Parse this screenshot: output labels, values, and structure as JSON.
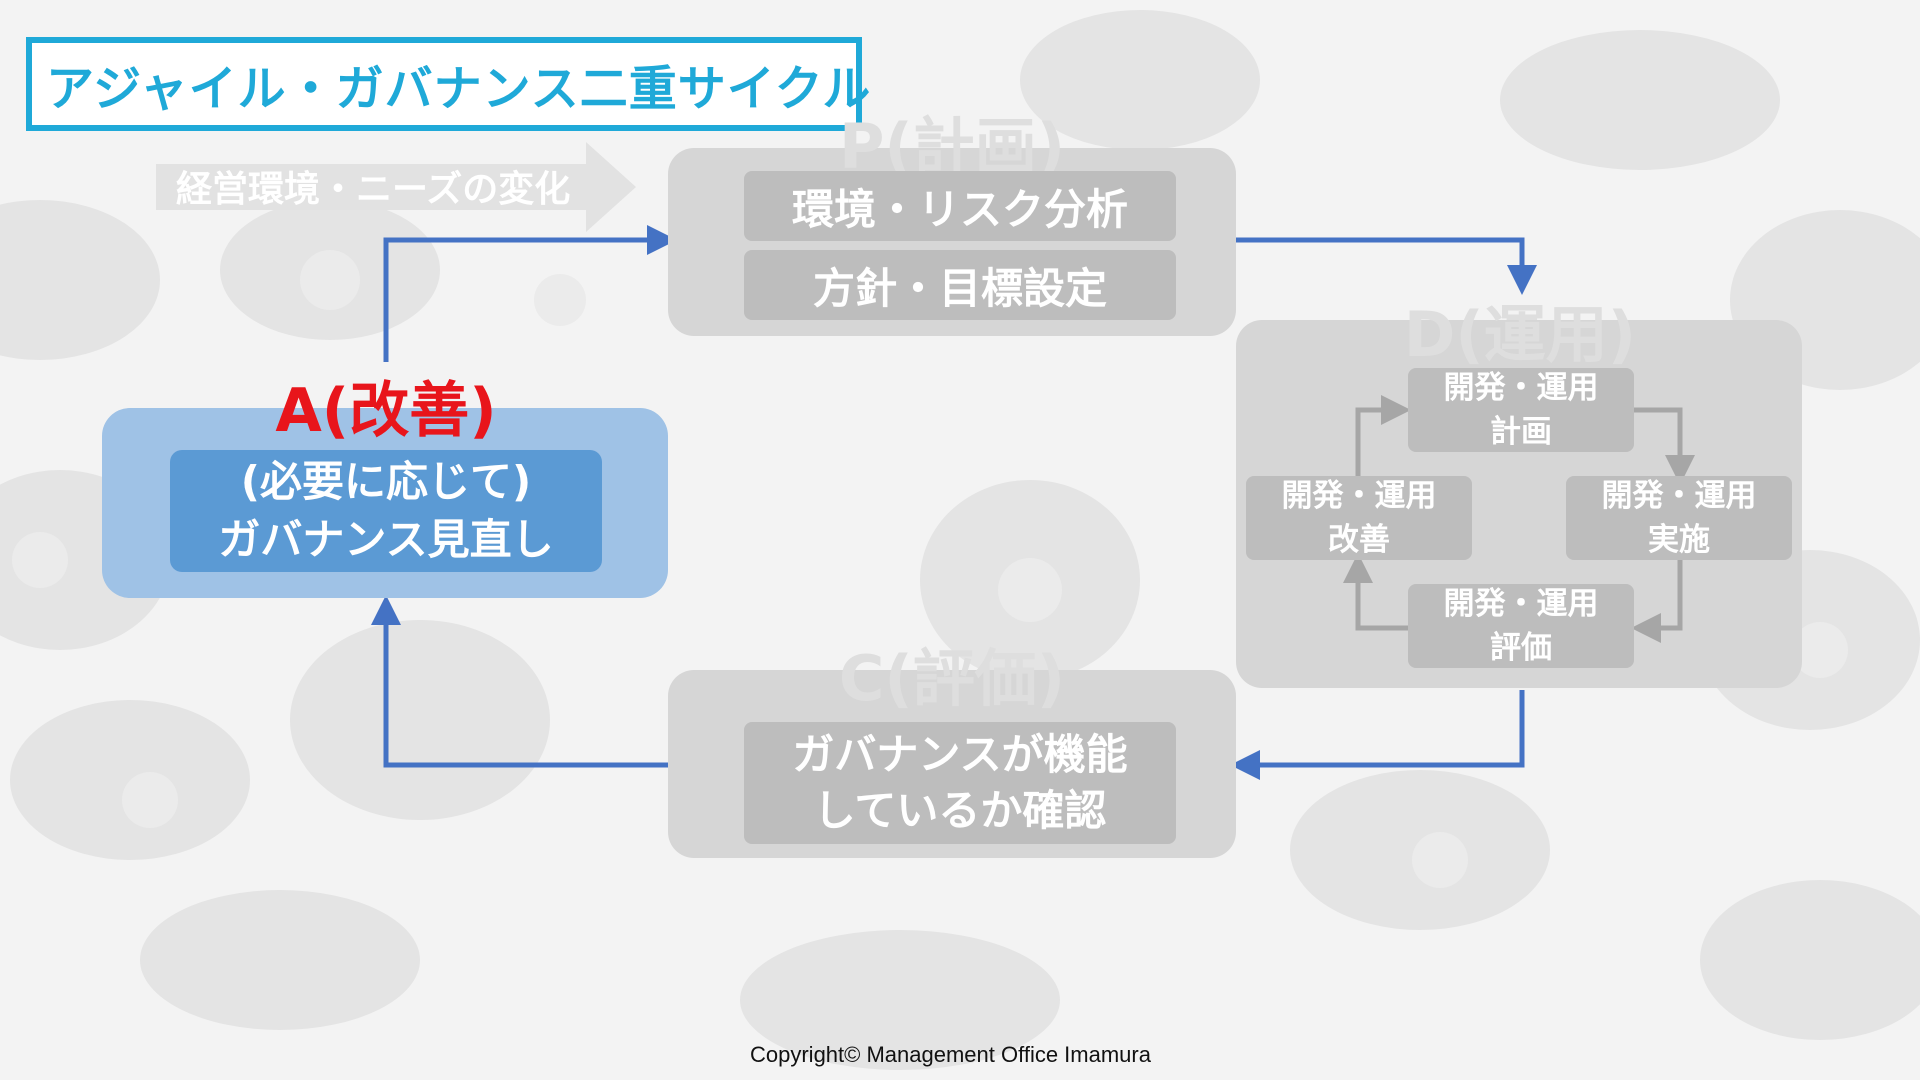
{
  "slide": {
    "title": "アジャイル・ガバナンス二重サイクル",
    "environment_change": "経営環境・ニーズの変化",
    "copyright": "Copyright© Management Office Imamura"
  },
  "phases": {
    "plan": {
      "label": "P(計画)",
      "items": [
        "環境・リスク分析",
        "方針・目標設定"
      ]
    },
    "do": {
      "label": "D(運用)",
      "cycle": {
        "plan": [
          "開発・運用",
          "計画"
        ],
        "execute": [
          "開発・運用",
          "実施"
        ],
        "evaluate": [
          "開発・運用",
          "評価"
        ],
        "improve": [
          "開発・運用",
          "改善"
        ]
      }
    },
    "check": {
      "label": "C(評価)",
      "lines": [
        "ガバナンスが機能",
        "しているか確認"
      ]
    },
    "act": {
      "label": "A(改善)",
      "lines": [
        "(必要に応じて)",
        "ガバナンス見直し"
      ]
    }
  },
  "colors": {
    "title": "#1fa9d8",
    "arrow": "#4472c4",
    "act_label": "#e8151b",
    "act_outer": "#9fc2e6",
    "act_inner": "#5b9ad4",
    "inactive_box": "#bdbdbd",
    "inactive_panel": "#d6d6d6"
  }
}
